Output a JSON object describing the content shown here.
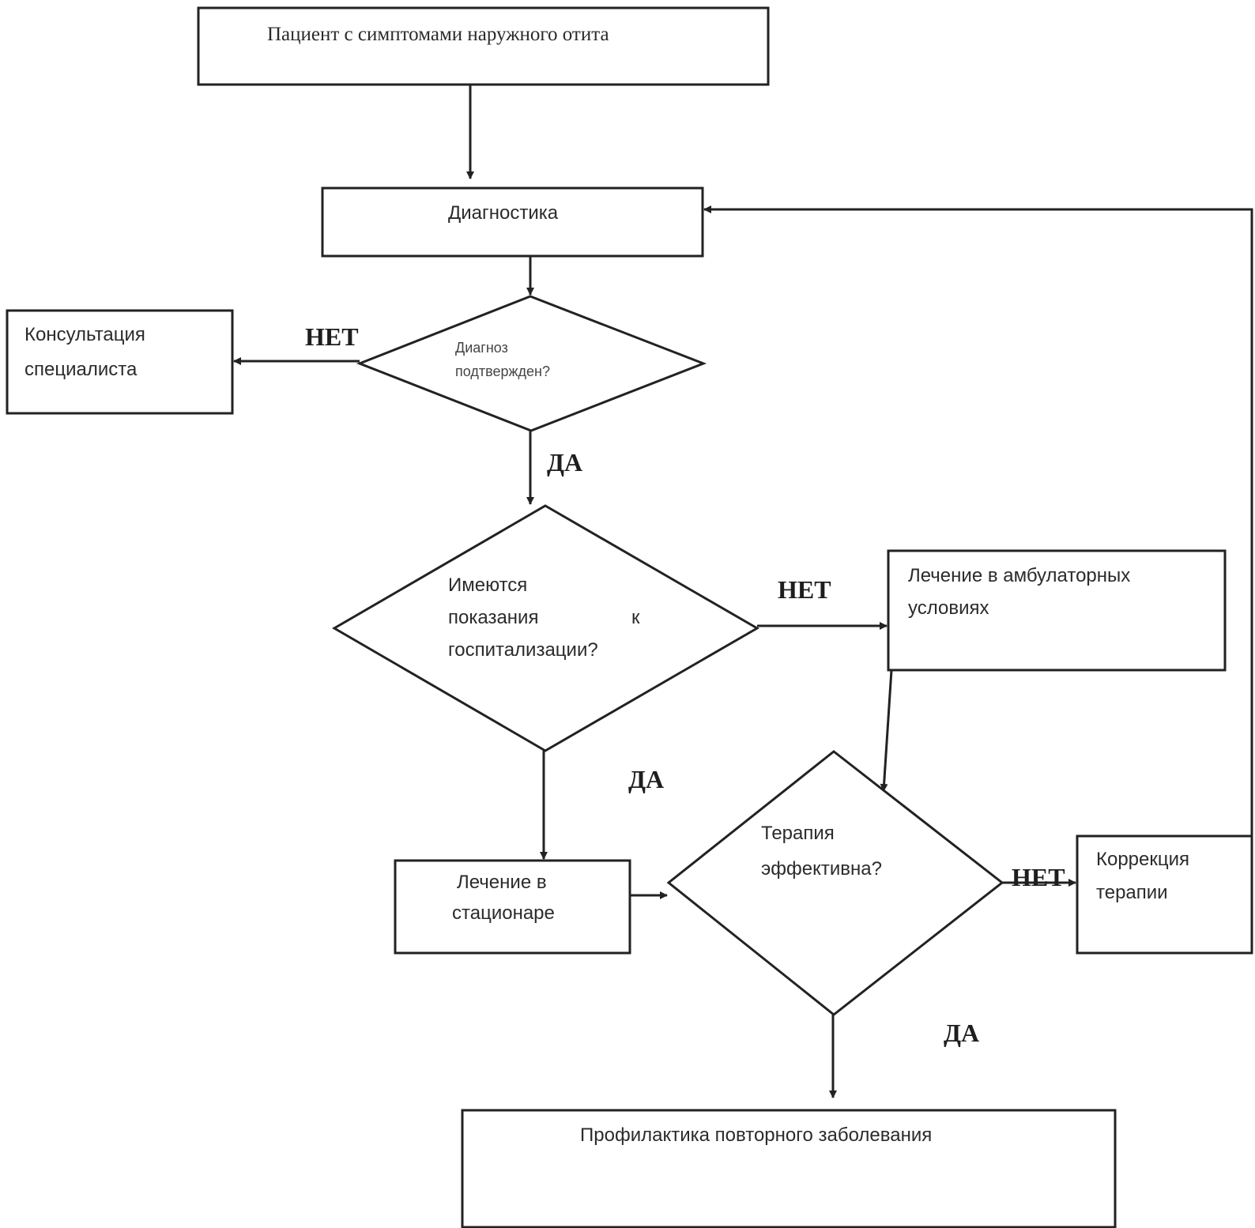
{
  "nodes": {
    "patient": "Пациент с симптомами наружного отита",
    "diagnostics": "Диагностика",
    "diagnosis_confirmed": [
      "Диагноз",
      "подтвержден?"
    ],
    "specialist": [
      "Консультация",
      "специалиста"
    ],
    "hospital_indications": [
      "Имеются",
      "показания",
      "к",
      "госпитализации?"
    ],
    "outpatient": [
      "Лечение в амбулаторных",
      "условиях"
    ],
    "inpatient": [
      "Лечение в",
      "стационаре"
    ],
    "therapy_effective": [
      "Терапия",
      "эффективна?"
    ],
    "correction": [
      "Коррекция",
      "терапии"
    ],
    "prevention": "Профилактика повторного заболевания"
  },
  "edge_labels": {
    "no_1": "НЕТ",
    "yes_1": "ДА",
    "no_2": "НЕТ",
    "yes_2": "ДА",
    "no_3": "НЕТ",
    "yes_3": "ДА"
  }
}
